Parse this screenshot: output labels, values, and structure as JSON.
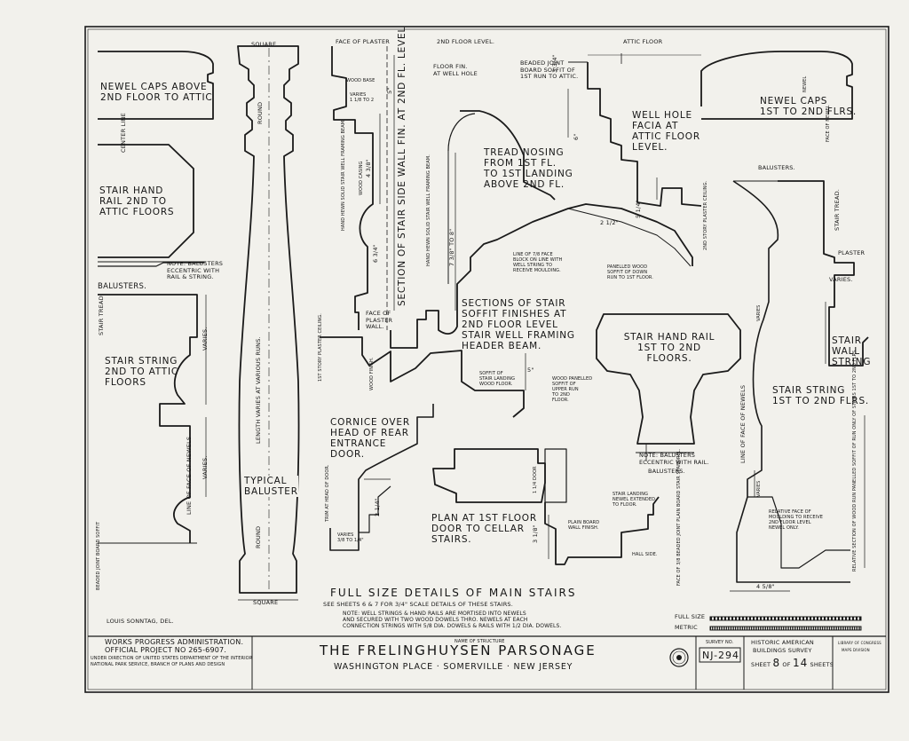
{
  "title_block": {
    "agency_line1": "WORKS PROGRESS ADMINISTRATION.",
    "agency_line2": "OFFICIAL PROJECT No 265-6907.",
    "agency_line3": "UNDER DIRECTION OF UNITED STATES DEPARTMENT OF THE INTERIOR",
    "agency_line4": "NATIONAL PARK SERVICE, BRANCH OF PLANS AND DESIGN",
    "name_of_structure_label": "NAME OF STRUCTURE",
    "structure_name": "THE FRELINGHUYSEN PARSONAGE",
    "location": "WASHINGTON PLACE · SOMERVILLE · NEW JERSEY",
    "survey_no_label": "SURVEY NO.",
    "survey_no": "NJ-294",
    "habs_line1": "HISTORIC AMERICAN",
    "habs_line2": "BUILDINGS SURVEY",
    "sheet_label": "SHEET",
    "sheet_no": "8",
    "sheet_of": "OF",
    "sheet_total": "14",
    "sheets_label": "SHEETS",
    "library_line1": "LIBRARY OF CONGRESS",
    "library_line2": "MAPS DIVISION"
  },
  "delineator": "LOUIS SONNTAG, DEL.",
  "main_title": "FULL SIZE DETAILS OF MAIN STAIRS",
  "subtitle": "SEE SHEETS 6 & 7 FOR 3/4\" SCALE DETAILS OF THESE STAIRS.",
  "note_line1": "NOTE: WELL STRINGS & HAND RAILS ARE MORTISED INTO NEWELS",
  "note_line2": "AND SECURED WITH TWO WOOD DOWELS THRO. NEWELS AT EACH",
  "note_line3": "CONNECTION STRINGS WITH 5/8 DIA. DOWELS & RAILS WITH 1/2 DIA. DOWELS.",
  "scale": {
    "full_size": "FULL SIZE",
    "metric": "METRIC"
  },
  "labels": {
    "newel_caps_attic_1": "NEWEL CAPS ABOVE",
    "newel_caps_attic_2": "2ND FLOOR TO ATTIC",
    "center_line": "CENTER LINE",
    "stair_hand_rail_attic_1": "STAIR HAND",
    "stair_hand_rail_attic_2": "RAIL 2ND TO",
    "stair_hand_rail_attic_3": "ATTIC FLOORS",
    "note_balusters_1": "NOTE: BALUSTERS",
    "note_balusters_2": "ECCENTRIC WITH",
    "note_balusters_3": "RAIL & STRING.",
    "balusters_left": "BALUSTERS.",
    "stair_tread_left": "STAIR TREAD.",
    "stair_string_attic_1": "STAIR STRING",
    "stair_string_attic_2": "2ND TO ATTIC",
    "stair_string_attic_3": "FLOORS",
    "varies_a": "VARIES.",
    "line_face_newels": "LINE OF FACE OF NEWELS",
    "varies_b": "VARIES.",
    "beaded_joint": "BEADED JOINT BOARD SOFFIT",
    "square_top": "SQUARE",
    "square_bottom": "SQUARE",
    "round_top": "ROUND",
    "round_bottom": "ROUND",
    "length_varies": "LENGTH VARIES AT VARIOUS RUNS.",
    "typical_baluster_1": "TYPICAL",
    "typical_baluster_2": "BALUSTER",
    "face_of_plaster_top": "FACE OF PLASTER",
    "wood_base": "WOOD BASE",
    "varies_c": "VARIES",
    "varies_c_dim": "1 1/8 TO 2",
    "dim_5": "5\"",
    "dim_4_3_8": "4 3/8\"",
    "wood_casing": "WOOD CASING",
    "hand_hewn_1": "HAND HEWN SOLID STAIR WELL FRAMING BEAM.",
    "dim_6_3_4": "6 3/4\"",
    "section_side_wall": "SECTION OF STAIR SIDE WALL FIN. AT 2ND FL. LEVEL",
    "face_of_plaster_wall_1": "FACE OF",
    "face_of_plaster_wall_2": "PLASTER",
    "face_of_plaster_wall_3": "WALL.",
    "second_floor_level": "2ND FLOOR LEVEL.",
    "floor_fin_1": "FLOOR FIN.",
    "floor_fin_2": "AT WELL HOLE",
    "beaded_joint_soffit_1": "BEADED JOINT",
    "beaded_joint_soffit_2": "BOARD SOFFIT OF",
    "beaded_joint_soffit_3": "1ST RUN TO ATTIC.",
    "tread_nosing_1": "TREAD NOSING",
    "tread_nosing_2": "FROM 1ST FL.",
    "tread_nosing_3": "TO 1ST LANDING",
    "tread_nosing_4": "ABOVE 2ND FL.",
    "hand_hewn_2": "HAND HEWN SOLID STAIR WELL FRAMING BEAM.",
    "dim_7_3_8": "7 3/8\" TO 8\"",
    "line_face_block_1": "LINE OF 7/8 FACE",
    "line_face_block_2": "BLOCK ON LINE WITH",
    "line_face_block_3": "WELL STRING TO",
    "line_face_block_4": "RECEIVE MOULDING.",
    "dim_2_1_2": "2 1/2\"",
    "panelled_soffit_1": "PANELLED WOOD",
    "panelled_soffit_2": "SOFFIT OF DOWN",
    "panelled_soffit_3": "RUN TO 1ST FLOOR.",
    "sections_soffit_1": "SECTIONS OF STAIR",
    "sections_soffit_2": "SOFFIT FINISHES AT",
    "sections_soffit_3": "2ND FLOOR LEVEL",
    "sections_soffit_4": "STAIR WELL FRAMING",
    "sections_soffit_5": "HEADER BEAM.",
    "first_story_ceiling": "1ST STORY PLASTER CEILING.",
    "wood_finish": "WOOD FINISH.",
    "soffit_landing_1": "SOFFIT OF",
    "soffit_landing_2": "STAIR LANDING",
    "soffit_landing_3": "WOOD FLOOR.",
    "wood_panelled_1": "WOOD PANELLED",
    "wood_panelled_2": "SOFFIT OF",
    "wood_panelled_3": "UPPER RUN",
    "wood_panelled_4": "TO 2ND",
    "wood_panelled_5": "FLOOR.",
    "dim_5_b": "5\"",
    "cornice_1": "CORNICE OVER",
    "cornice_2": "HEAD OF REAR",
    "cornice_3": "ENTRANCE",
    "cornice_4": "DOOR.",
    "trim_head_door": "TRIM AT HEAD OF DOOR.",
    "dim_2_1_4": "2 1/4\"",
    "varies_d": "VARIES",
    "varies_d_dim": "3/8 TO 1/4\"",
    "dim_1_1_4_door": "1 1/4 DOOR",
    "plan_cellar_1": "PLAN AT 1ST FLOOR",
    "plan_cellar_2": "DOOR TO CELLAR",
    "plan_cellar_3": "STAIRS.",
    "dim_3_1_8": "3 1/8\"",
    "plain_board_1": "PLAIN BOARD",
    "plain_board_2": "WALL FINISH.",
    "hall_side": "HALL SIDE.",
    "stair_landing_newel_1": "STAIR LANDING",
    "stair_landing_newel_2": "NEWEL EXTENDED",
    "stair_landing_newel_3": "TO FLOOR.",
    "face_of_beaded": "FACE OF 3/8 BEADED JOINT PLAIN BOARD STAIR SPANDREL.",
    "attic_floor": "ATTIC FLOOR",
    "dim_3_3_4": "3 3/4\"",
    "well_hole_1": "WELL HOLE",
    "well_hole_2": "FACIA AT",
    "well_hole_3": "ATTIC FLOOR",
    "well_hole_4": "LEVEL.",
    "dim_6": "6\"",
    "dim_5_1_4": "5 1/4\"",
    "second_story_ceiling": "2ND STORY PLASTER CEILING.",
    "stair_hand_rail_1": "STAIR HAND RAIL",
    "stair_hand_rail_2": "1ST TO 2ND",
    "stair_hand_rail_3": "FLOORS.",
    "note_balusters_b1": "NOTE: BALUSTERS",
    "note_balusters_b2": "ECCENTRIC WITH RAIL.",
    "balusters_mid": "BALUSTERS.",
    "newel_caps_right_1": "NEWEL CAPS",
    "newel_caps_right_2": "1ST TO 2ND FLRS.",
    "newel_right": "NEWEL",
    "face_of_newel_top": "FACE OF NEWEL",
    "balusters_right": "BALUSTERS.",
    "stair_tread_right": "STAIR TREAD.",
    "plaster_right": "PLASTER",
    "varies_e": "VARIES.",
    "varies_f": "VARIES",
    "stair_wall_string_1": "STAIR",
    "stair_wall_string_2": "WALL",
    "stair_wall_string_3": "STRING",
    "line_face_newels_right": "LINE OF FACE OF NEWELS",
    "stair_string_right_1": "STAIR STRING",
    "stair_string_right_2": "1ST TO 2ND FLRS.",
    "relative_face_1": "RELATIVE FACE OF",
    "relative_face_2": "MOULDING TO RECEIVE",
    "relative_face_3": "2ND FLOOR LEVEL",
    "relative_face_4": "NEWEL ONLY.",
    "varies_g": "VARIES",
    "relative_section": "RELATIVE SECTION OF WOOD RUN PANELLED SOFFIT OF RUN ONLY OF STAIRS 1ST TO 2ND FLRS.",
    "dim_4_5_8": "4 5/8\""
  }
}
